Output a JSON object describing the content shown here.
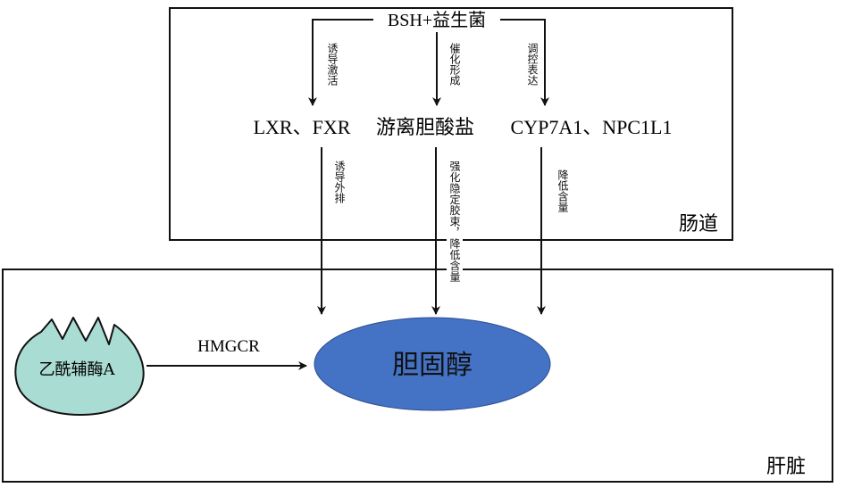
{
  "boxes": {
    "intestine_label": "肠道",
    "liver_label": "肝脏"
  },
  "nodes": {
    "source": "BSH+益生菌",
    "lxr_fxr": "LXR、FXR",
    "free_bile_salt": "游离胆酸盐",
    "cyp_npc": "CYP7A1、NPC1L1",
    "acetyl_coa": "乙酰辅酶A",
    "cholesterol": "胆固醇"
  },
  "edges": {
    "induce_activate": "诱导激活",
    "catalyze_form": "催化形成",
    "regulate_express": "调控表达",
    "induce_excrete": "诱导外排",
    "strengthen_micelle": "强化隐定胶束，降低含量",
    "reduce_content": "降低含量",
    "hmgcr": "HMGCR"
  },
  "colors": {
    "cholesterol_fill": "#4472c4",
    "acetyl_fill": "#a9dcd3",
    "stroke": "#111111"
  }
}
